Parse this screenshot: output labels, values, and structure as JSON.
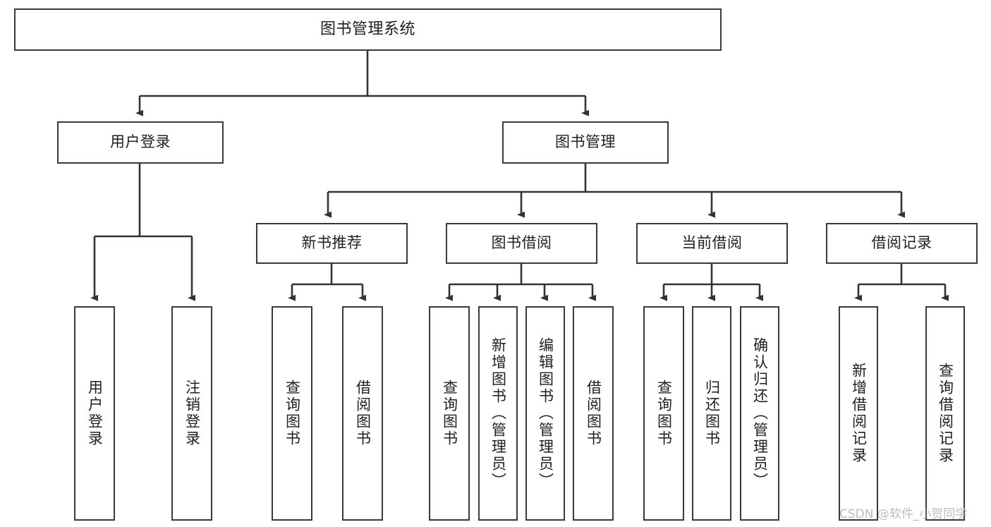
{
  "diagram": {
    "type": "tree-hierarchy",
    "title": "图书管理系统",
    "watermark": "CSDN @软件_小贺同学",
    "colors": {
      "box_border": "#3a3a3a",
      "box_fill": "#ffffff",
      "edge": "#333333",
      "text": "#1f1f1f",
      "watermark": "#bdbdbd",
      "background": "#ffffff"
    },
    "nodes": {
      "root": {
        "label": "图书管理系统",
        "level": 0
      },
      "l1": [
        {
          "id": "user_login",
          "label": "用户登录"
        },
        {
          "id": "book_manage",
          "label": "图书管理"
        }
      ],
      "l2": [
        {
          "id": "new_book_rec",
          "label": "新书推荐",
          "parent": "book_manage"
        },
        {
          "id": "book_borrow",
          "label": "图书借阅",
          "parent": "book_manage"
        },
        {
          "id": "current_borrow",
          "label": "当前借阅",
          "parent": "book_manage"
        },
        {
          "id": "borrow_record",
          "label": "借阅记录",
          "parent": "book_manage"
        }
      ],
      "leaves": [
        {
          "id": "leaf_user_login",
          "label": "用户登录",
          "parent": "user_login"
        },
        {
          "id": "leaf_user_logout",
          "label": "注销登录",
          "parent": "user_login"
        },
        {
          "id": "leaf_rec_query",
          "label": "查询图书",
          "parent": "new_book_rec"
        },
        {
          "id": "leaf_rec_borrow",
          "label": "借阅图书",
          "parent": "new_book_rec"
        },
        {
          "id": "leaf_borrow_query",
          "label": "查询图书",
          "parent": "book_borrow"
        },
        {
          "id": "leaf_borrow_add",
          "label": "新增图书（管理员）",
          "parent": "book_borrow"
        },
        {
          "id": "leaf_borrow_edit",
          "label": "编辑图书（管理员）",
          "parent": "book_borrow"
        },
        {
          "id": "leaf_borrow_do",
          "label": "借阅图书",
          "parent": "book_borrow"
        },
        {
          "id": "leaf_cur_query",
          "label": "查询图书",
          "parent": "current_borrow"
        },
        {
          "id": "leaf_cur_return",
          "label": "归还图书",
          "parent": "current_borrow"
        },
        {
          "id": "leaf_cur_confirm",
          "label": "确认归还（管理员）",
          "parent": "current_borrow"
        },
        {
          "id": "leaf_rec_add",
          "label": "新增借阅记录",
          "parent": "borrow_record"
        },
        {
          "id": "leaf_rec_query2",
          "label": "查询借阅记录",
          "parent": "borrow_record"
        }
      ]
    }
  }
}
